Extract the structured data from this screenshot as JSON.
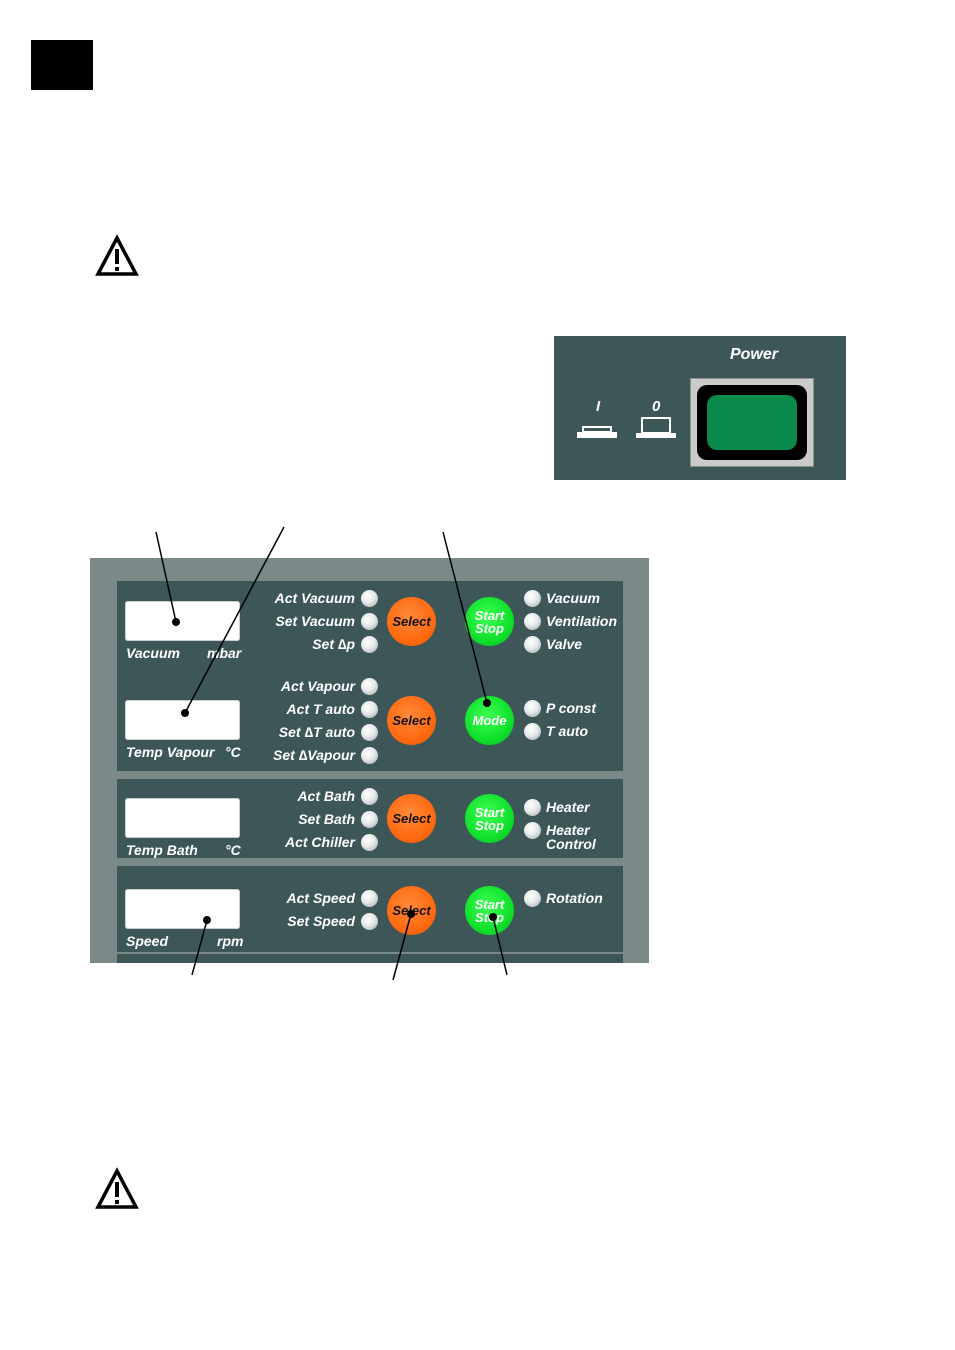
{
  "power_panel": {
    "title": "Power",
    "on_symbol": "I",
    "off_symbol": "0"
  },
  "sections": {
    "vacuum": {
      "display_label": "Vacuum",
      "display_unit": "mbar",
      "leds": [
        "Act Vacuum",
        "Set Vacuum",
        "Set ∆p"
      ],
      "select_label": "Select",
      "start_label": "Start",
      "stop_label": "Stop",
      "status": [
        "Vacuum",
        "Ventilation",
        "Valve"
      ]
    },
    "vapour": {
      "display_label": "Temp Vapour",
      "display_unit": "°C",
      "leds": [
        "Act Vapour",
        "Act T auto",
        "Set ∆T auto",
        "Set ∆Vapour"
      ],
      "select_label": "Select",
      "mode_label": "Mode",
      "status": [
        "P const",
        "T auto"
      ]
    },
    "bath": {
      "display_label": "Temp Bath",
      "display_unit": "°C",
      "leds": [
        "Act Bath",
        "Set Bath",
        "Act Chiller"
      ],
      "select_label": "Select",
      "start_label": "Start",
      "stop_label": "Stop",
      "status": [
        "Heater",
        "Heater",
        "Control"
      ]
    },
    "speed": {
      "display_label": "Speed",
      "display_unit": "rpm",
      "leds": [
        "Act Speed",
        "Set Speed"
      ],
      "select_label": "Select",
      "start_label": "Start",
      "stop_label": "Stop",
      "status": [
        "Rotation"
      ]
    }
  }
}
